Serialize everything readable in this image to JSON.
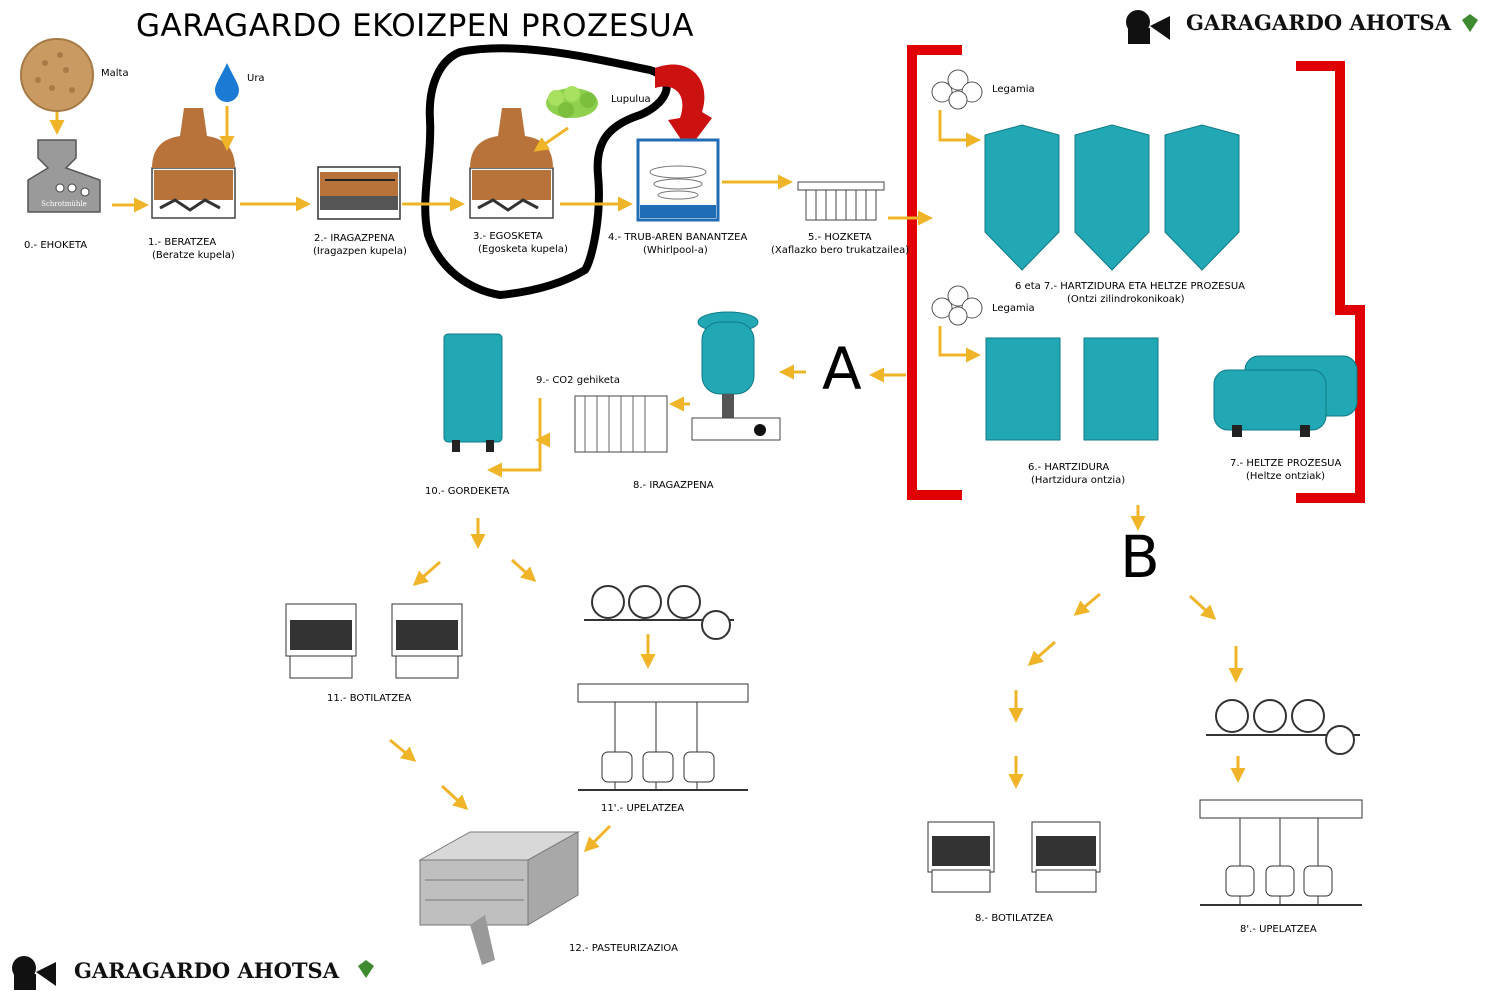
{
  "title": "GARAGARDO EKOIZPEN PROZESUA",
  "brand": "GARAGARDO AHOTSA",
  "mill_brand": "Schrotmühle",
  "ingredients": {
    "malt": "Malta",
    "water": "Ura",
    "hops": "Lupulua",
    "yeast_1": "Legamia",
    "yeast_2": "Legamia"
  },
  "steps": {
    "s0": "0.- EHOKETA",
    "s1": "1.- BERATZEA",
    "s1_sub": "(Beratze kupela)",
    "s2": "2.- IRAGAZPENA",
    "s2_sub": "(Iragazpen kupela)",
    "s3": "3.- EGOSKETA",
    "s3_sub": "(Egosketa kupela)",
    "s4": "4.- TRUB-AREN BANANTZEA",
    "s4_sub": "(Whirlpool-a)",
    "s5": "5.- HOZKETA",
    "s5_sub": "(Xaflazko bero trukatzailea)",
    "s67": "6 eta 7.- HARTZIDURA ETA HELTZE PROZESUA",
    "s67_sub": "(Ontzi zilindrokonikoak)",
    "s6": "6.- HARTZIDURA",
    "s6_sub": "(Hartzidura ontzia)",
    "s7": "7.- HELTZE PROZESUA",
    "s7_sub": "(Heltze ontziak)",
    "s8": "8.- IRAGAZPENA",
    "s9": "9.- CO2 gehiketa",
    "s10": "10.- GORDEKETA",
    "s11": "11.- BOTILATZEA",
    "s11b": "11'.- UPELATZEA",
    "s12": "12.- PASTEURIZAZIOA",
    "b8": "8.- BOTILATZEA",
    "b8b": "8'.- UPELATZEA"
  },
  "markers": {
    "a": "A",
    "b": "B"
  },
  "colors": {
    "arrow": "#f0b429",
    "tank": "#22a8b5",
    "kettle": "#b8733a",
    "bracket": "#e00000",
    "hops": "#8fd14f"
  }
}
